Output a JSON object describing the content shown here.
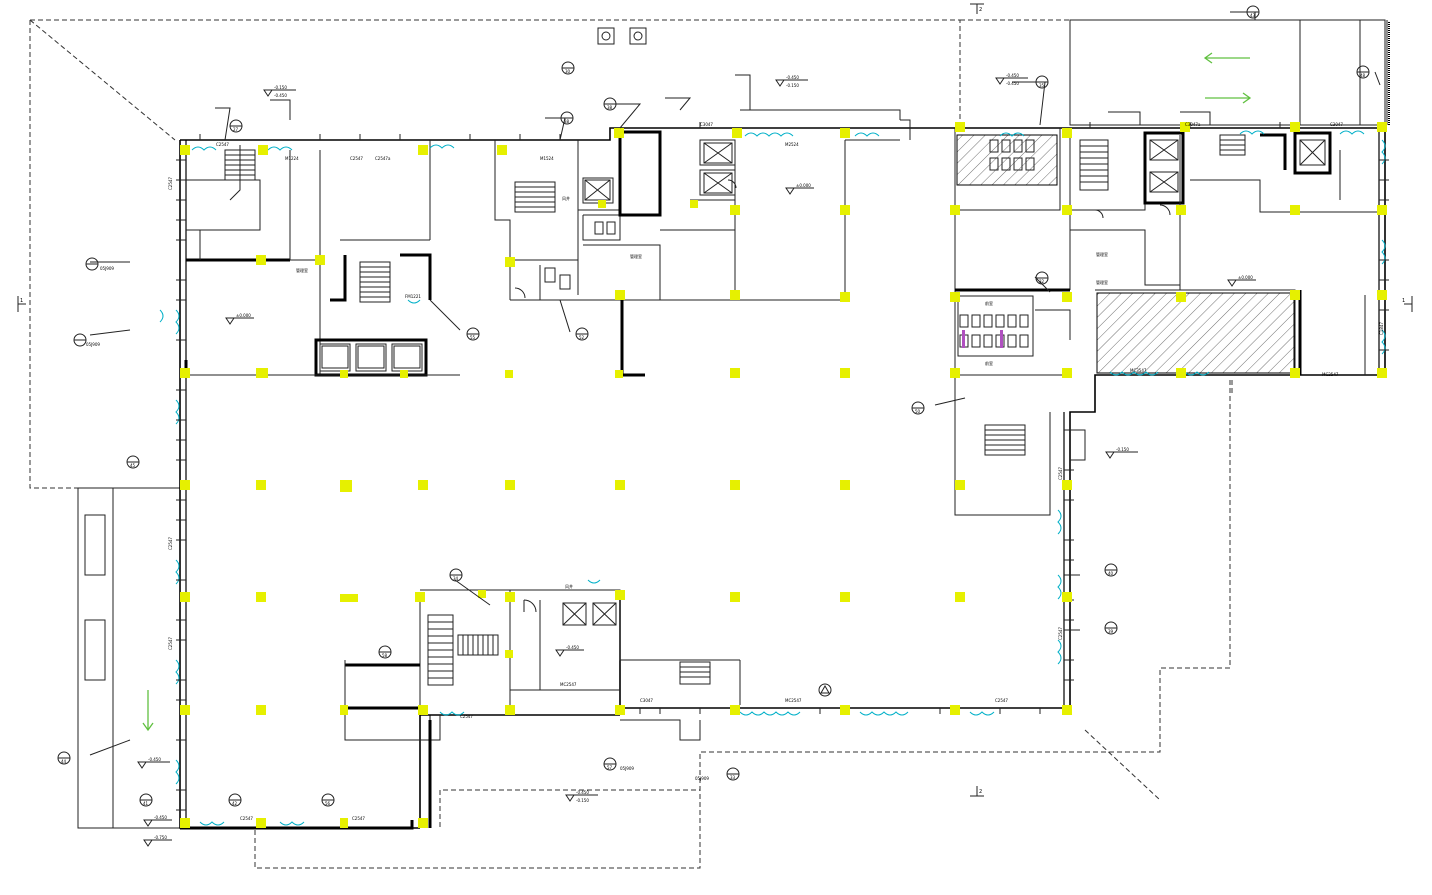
{
  "drawing": {
    "axis_marks": [
      "1",
      "1",
      "2",
      "2"
    ],
    "elevations": [
      "-0.150",
      "-0.450",
      "-0.450",
      "-0.150",
      "-0.450",
      "-0.450",
      "-0.150",
      "-0.450",
      "±0.000",
      "±0.000",
      "±0.000",
      "-0.450",
      "-0.150",
      "-0.450",
      "-0.750",
      "-0.450"
    ],
    "detail_tags": [
      "27",
      "38",
      "38",
      "30",
      "50",
      "40",
      "39",
      "43",
      "48",
      "32",
      "35",
      "45",
      "44",
      "55",
      "52",
      "34",
      "58",
      "41",
      "42",
      "56",
      "33",
      "57"
    ],
    "room_labels": [
      "管理室",
      "管理室",
      "管理室",
      "管理室",
      "风井",
      "风井",
      "前室",
      "前室"
    ],
    "section_codes": [
      "05J909",
      "05J909",
      "05J909",
      "05J909"
    ],
    "window_codes": [
      "C2547",
      "C2547a",
      "C2547",
      "C3047",
      "C3047a",
      "C2547",
      "C2547",
      "C2547",
      "C3047",
      "C2547",
      "C2547",
      "C2547",
      "C2547",
      "C1847",
      "C3047",
      "C2547",
      "C2547"
    ],
    "door_codes": [
      "M1524",
      "M1224",
      "FM1221",
      "M2524",
      "MC2547",
      "MC2547",
      "MC3547",
      "MC2547"
    ]
  }
}
